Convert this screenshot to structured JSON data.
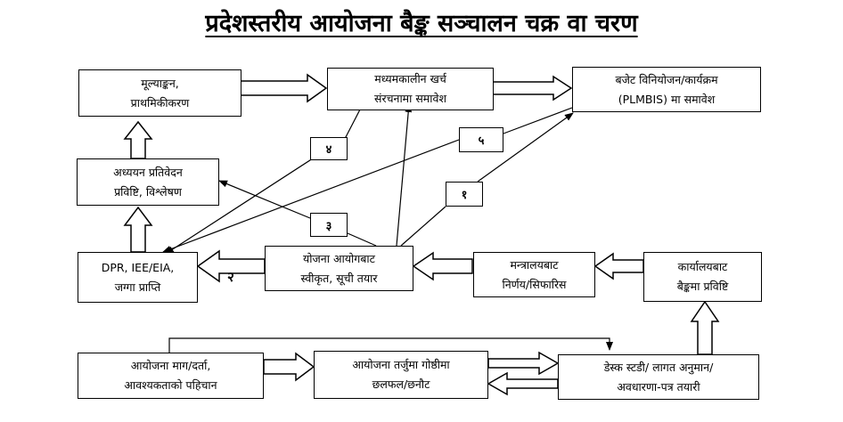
{
  "title": "प्रदेशस्तरीय आयोजना बैङ्क सञ्चालन  चक्र वा चरण",
  "boxes": {
    "mulyankan": [
      "मूल्याङ्कन,",
      "प्राथमिकीकरण"
    ],
    "madhyamkalin": [
      "मध्यमकालीन खर्च",
      "संरचनामा समावेश"
    ],
    "budget": [
      "बजेट विनियोजन/कार्यक्रम",
      "(PLMBIS) मा समावेश"
    ],
    "adhyayan": [
      "अध्ययन प्रतिवेदन",
      "प्रविष्टि, विश्लेषण"
    ],
    "dpr": [
      "DPR, IEE/EIA,",
      "जग्गा प्राप्ति"
    ],
    "yojana_aayog": [
      "योजना आयोगबाट",
      "स्वीकृत, सूची तयार"
    ],
    "mantralaya": [
      "मन्त्रालयबाट",
      "निर्णय/सिफारिस"
    ],
    "karyalaya": [
      "कार्यालयबाट",
      "बैङ्कमा प्रविष्टि"
    ],
    "aayojana_mag": [
      "आयोजना माग/दर्ता,",
      "आवश्यकताको पहिचान"
    ],
    "tarjuma": [
      "आयोजना तर्जुमा गोष्ठीमा",
      "छलफल/छनौट"
    ],
    "desk_study": [
      "डेस्क स्टडी/ लागत अनुमान/",
      "अवधारणा-पत्र तयारी"
    ]
  },
  "badges": {
    "b4": "४",
    "b5": "५",
    "b3": "३",
    "b1": "१"
  },
  "label_2": "२"
}
